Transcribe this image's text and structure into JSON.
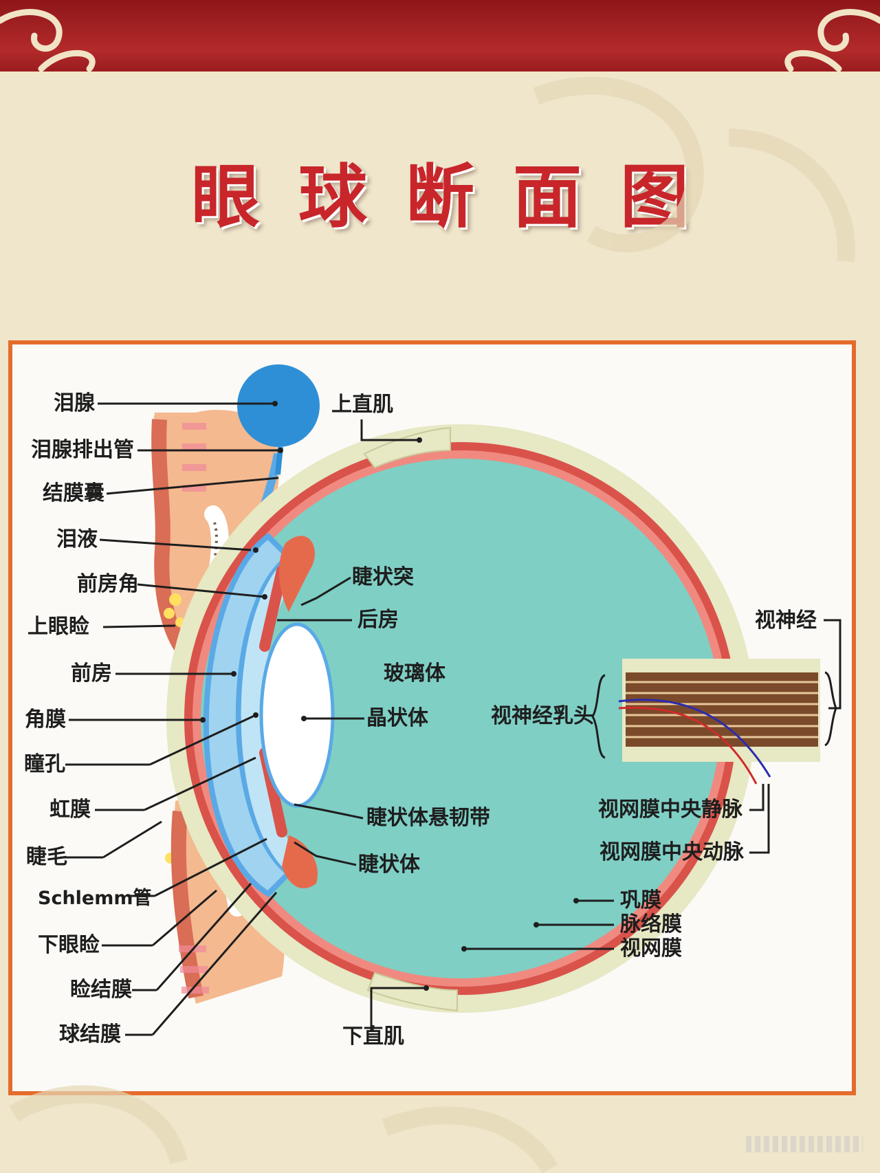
{
  "title": "眼球断面图",
  "colors": {
    "header_red": "#a8201f",
    "title_red": "#c8262a",
    "panel_border": "#e46c2d",
    "vitreous": "#7fcfc5",
    "lacrimal_gland": "#2f8fd6",
    "sclera": "#dcdcb0",
    "choroid_retina": "#d9534a"
  },
  "labels": {
    "lacrimal_gland": "泪腺",
    "lacrimal_duct": "泪腺排出管",
    "conjunctival_sac": "结膜囊",
    "tears": "泪液",
    "anterior_chamber_angle": "前房角",
    "upper_eyelid": "上眼睑",
    "anterior_chamber": "前房",
    "cornea": "角膜",
    "pupil": "瞳孔",
    "iris": "虹膜",
    "eyelash": "睫毛",
    "schlemm_canal": "Schlemm管",
    "lower_eyelid": "下眼睑",
    "palpebral_conjunctiva": "睑结膜",
    "bulbar_conjunctiva": "球结膜",
    "superior_rectus": "上直肌",
    "ciliary_process": "睫状突",
    "posterior_chamber": "后房",
    "vitreous_body": "玻璃体",
    "lens": "晶状体",
    "zonule": "睫状体悬韧带",
    "ciliary_body": "睫状体",
    "optic_disc": "视神经乳头",
    "optic_nerve": "视神经",
    "central_retinal_vein": "视网膜中央静脉",
    "central_retinal_artery": "视网膜中央动脉",
    "sclera": "巩膜",
    "choroid": "脉络膜",
    "retina": "视网膜",
    "inferior_rectus": "下直肌"
  }
}
